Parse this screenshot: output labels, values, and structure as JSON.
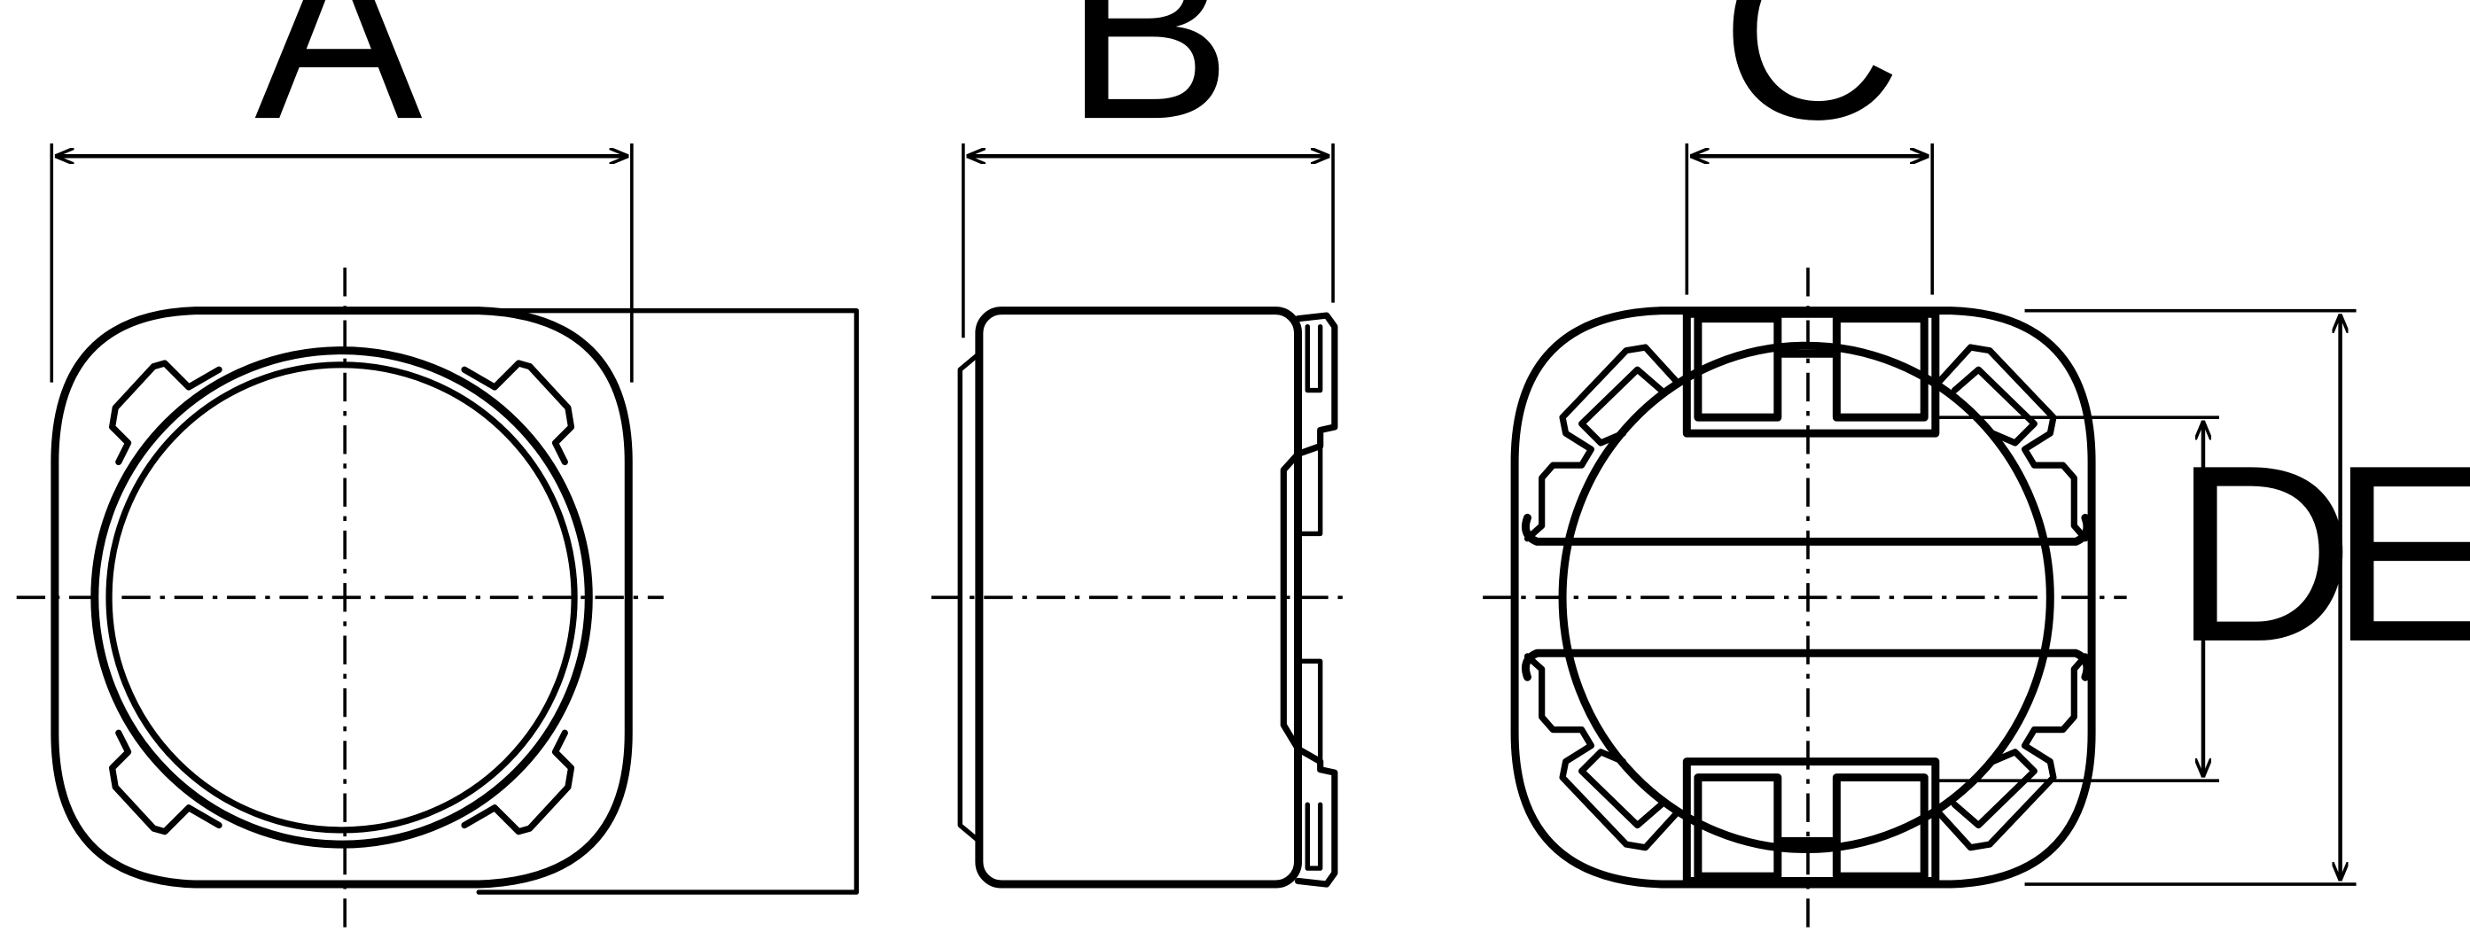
{
  "diagram": {
    "type": "dimension-drawing",
    "line_color": "#000000",
    "background_color": "#ffffff",
    "views": [
      {
        "name": "top",
        "label": "A"
      },
      {
        "name": "side",
        "label": "B"
      },
      {
        "name": "bottom",
        "label": "C"
      }
    ],
    "dimensions": {
      "A": "A",
      "B": "B",
      "C": "C",
      "D": "D",
      "E": "E"
    }
  }
}
